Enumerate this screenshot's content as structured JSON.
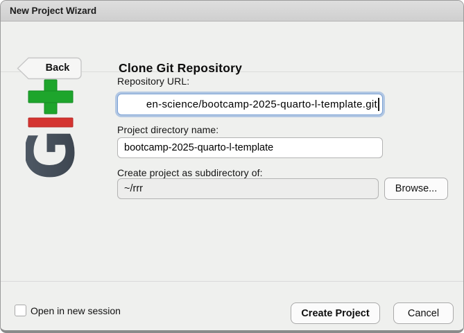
{
  "window": {
    "title": "New Project Wizard"
  },
  "header": {
    "back_label": "Back",
    "title": "Clone Git Repository"
  },
  "form": {
    "repo_url": {
      "label": "Repository URL:",
      "value": "en-science/bootcamp-2025-quarto-l-template.git",
      "focused": true
    },
    "dir_name": {
      "label": "Project directory name:",
      "value": "bootcamp-2025-quarto-l-template"
    },
    "subdir": {
      "label": "Create project as subdirectory of:",
      "value": "~/rrr",
      "browse_label": "Browse..."
    }
  },
  "footer": {
    "checkbox_label": "Open in new session",
    "checkbox_checked": false,
    "create_label": "Create Project",
    "cancel_label": "Cancel"
  },
  "icons": {
    "git_logo": "git-logo-vertical (green plus, red minus, dark rotated G)"
  },
  "colors": {
    "git_green": "#1ea52c",
    "git_red": "#d43430",
    "git_slate_dark": "#39414b",
    "git_slate_light": "#525d69",
    "focus_ring": "#80a6da",
    "dialog_bg": "#eff0ee",
    "titlebar_bg": "#d6d6d6"
  }
}
